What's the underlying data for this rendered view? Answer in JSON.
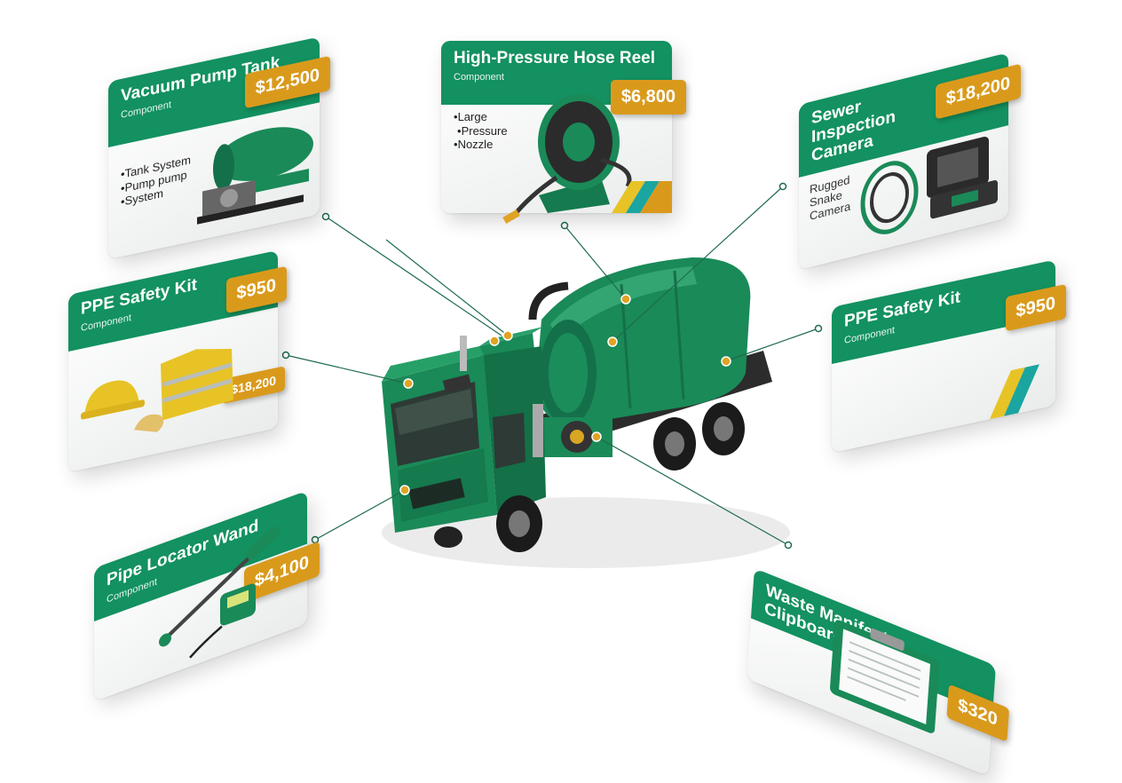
{
  "cards": {
    "vacuum_pump_tank": {
      "title": "Vacuum Pump Tank",
      "subtitle": "Component",
      "price": "$12,500",
      "bullets": [
        "Tank System",
        "Pump pump",
        "System"
      ]
    },
    "hose_reel": {
      "title": "High-Pressure Hose Reel",
      "subtitle": "Component",
      "price": "$6,800",
      "bullets": [
        "Large",
        "Pressure",
        "Nozzle"
      ]
    },
    "sewer_camera": {
      "title": "Sewer Inspection Camera",
      "price": "$18,200",
      "lines": [
        "Rugged",
        "Snake",
        "Camera"
      ]
    },
    "ppe_left": {
      "title": "PPE Safety Kit",
      "subtitle": "Component",
      "price": "$950",
      "secondary_price": "$18,200"
    },
    "ppe_right": {
      "title": "PPE Safety Kit",
      "subtitle": "Component",
      "price": "$950"
    },
    "pipe_locator": {
      "title": "Pipe Locator Wand",
      "subtitle": "Component",
      "price": "$4,100"
    },
    "waste_manifest": {
      "title": "Waste Manifest Clipboard",
      "price": "$320"
    }
  },
  "colors": {
    "brand_green": "#139160",
    "truck_green": "#1a8a58",
    "price_gold": "#d99a1c",
    "accent_teal": "#1aa5a0",
    "accent_yellow": "#e7c326"
  }
}
